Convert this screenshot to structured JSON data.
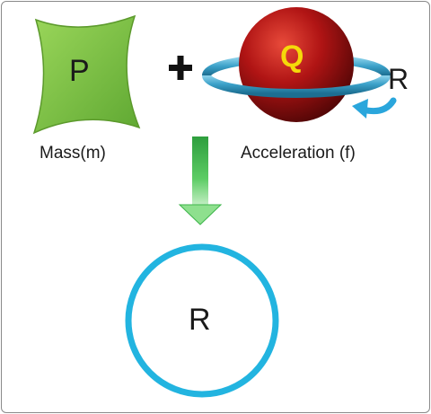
{
  "diagram": {
    "mass": {
      "letter": "P",
      "caption": "Mass(m)",
      "color": "#7cc242"
    },
    "operator": "+",
    "acceleration": {
      "letter": "Q",
      "caption": "Acceleration (f)",
      "sphere_color": "#b01414",
      "letter_color": "#f5d90a",
      "ring_color": "#3aa0c8",
      "rotation_label": "R"
    },
    "arrow_color": "#3db54a",
    "result": {
      "letter": "R",
      "ring_color": "#22b4e0"
    }
  }
}
